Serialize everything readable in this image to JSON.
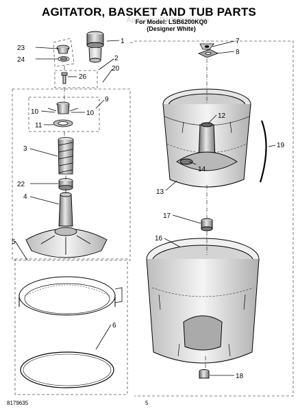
{
  "header": {
    "title": "AGITATOR, BASKET AND TUB PARTS",
    "model_line": "For Model: LSB6200KQ0",
    "variant_line": "(Designer White)",
    "watermark": "AppliancePartsPros.com"
  },
  "callouts": [
    "1",
    "2",
    "3",
    "4",
    "5",
    "6",
    "7",
    "8",
    "9",
    "10",
    "10",
    "11",
    "12",
    "13",
    "14",
    "16",
    "17",
    "18",
    "19",
    "20",
    "22",
    "23",
    "24",
    "26"
  ],
  "footer": {
    "part_number": "8179635",
    "page_number": "5"
  },
  "colors": {
    "line": "#000000",
    "dash": "#555555",
    "shade": "#9a9a9a",
    "watermark": "#c9c9c9"
  }
}
